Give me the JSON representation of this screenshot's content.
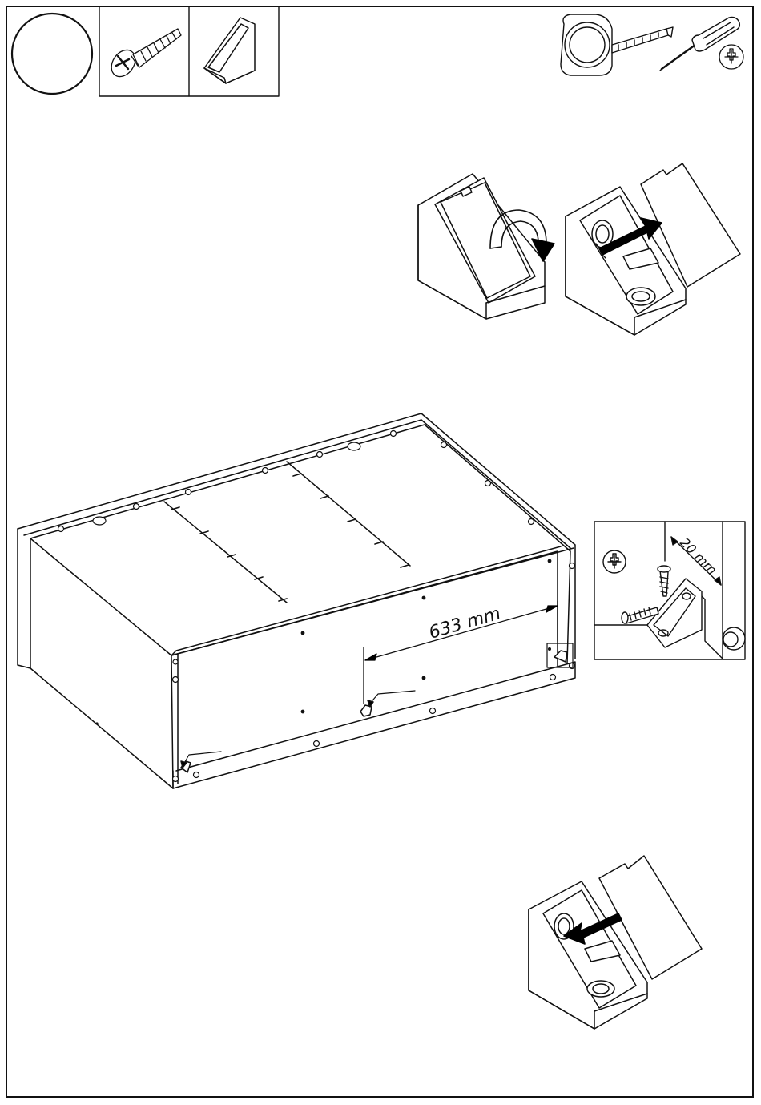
{
  "step": {
    "number": "",
    "parts": [
      {
        "name": "screw",
        "icon": "screw-icon"
      },
      {
        "name": "corner-block",
        "icon": "corner-block-icon"
      }
    ],
    "tools": [
      {
        "name": "tape-measure",
        "icon": "tape-measure-icon"
      },
      {
        "name": "screwdriver",
        "icon": "screwdriver-icon"
      },
      {
        "name": "phillips-bit",
        "icon": "phillips-icon"
      }
    ]
  },
  "dimensions": {
    "main_length": "633 mm",
    "detail_offset": "20 mm"
  },
  "colors": {
    "line": "#111111",
    "fill": "#ffffff",
    "shade": "#e6e6e6",
    "arrow": "#000000"
  }
}
